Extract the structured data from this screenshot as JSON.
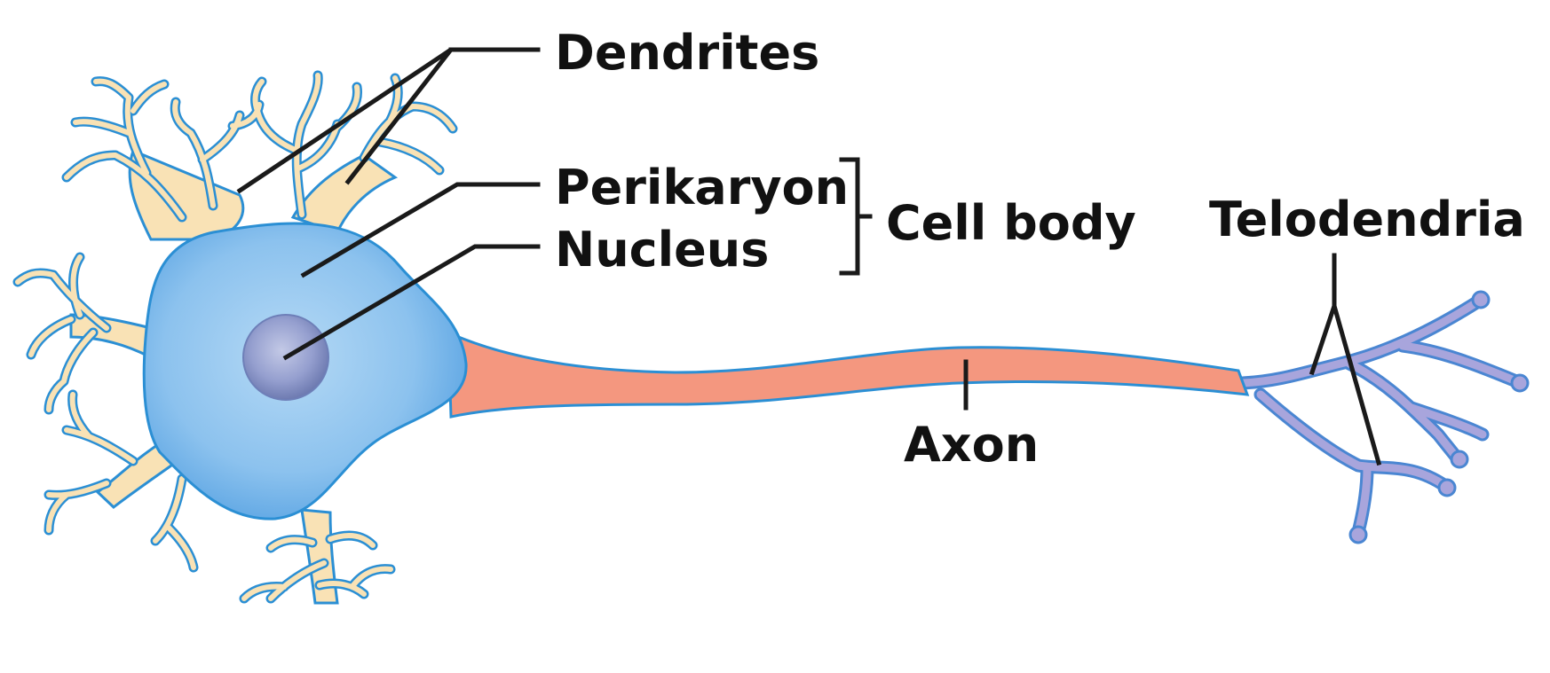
{
  "labels": {
    "dendrites": "Dendrites",
    "perikaryon": "Perikaryon",
    "nucleus": "Nucleus",
    "cell_body": "Cell body",
    "axon": "Axon",
    "telodendria": "Telodendria"
  },
  "colors": {
    "dendrite_fill": "#f9e2b5",
    "dendrite_outline": "#2b8fd4",
    "soma_light": "#a9d1f2",
    "soma_dark": "#5aa4e0",
    "nucleus_light": "#b7bedf",
    "nucleus_dark": "#6b79b0",
    "axon_fill": "#f4977f",
    "axon_outline": "#2b8fd4",
    "telodendria_fill": "#a8a5dc",
    "telodendria_outline": "#4a86d2",
    "leader": "#1a1a1a",
    "text": "#111111"
  }
}
